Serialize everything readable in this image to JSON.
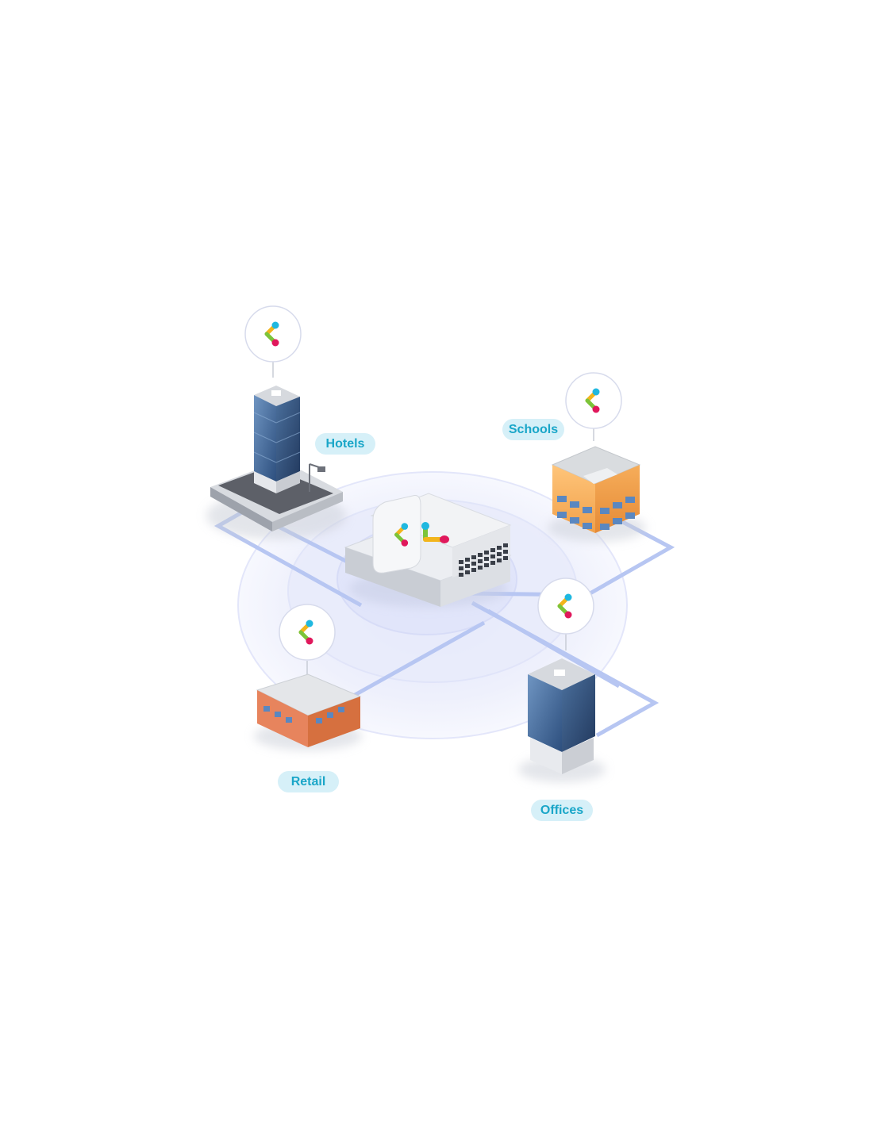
{
  "diagram": {
    "labels": {
      "hotels": "Hotels",
      "schools": "Schools",
      "retail": "Retail",
      "offices": "Offices"
    },
    "colors": {
      "link_line": "#b7c6f2",
      "rings": "#e6e9fb",
      "pill_bg": "#d6f0f8",
      "pill_text": "#1aa6c8",
      "logo_cyan": "#1fb8e0",
      "logo_yellow": "#f2b51c",
      "logo_green": "#7cc43a",
      "logo_magenta": "#e0185c"
    },
    "icons": {
      "node_badge": "network-logo-icon",
      "hub": "network-switch-icon"
    }
  }
}
